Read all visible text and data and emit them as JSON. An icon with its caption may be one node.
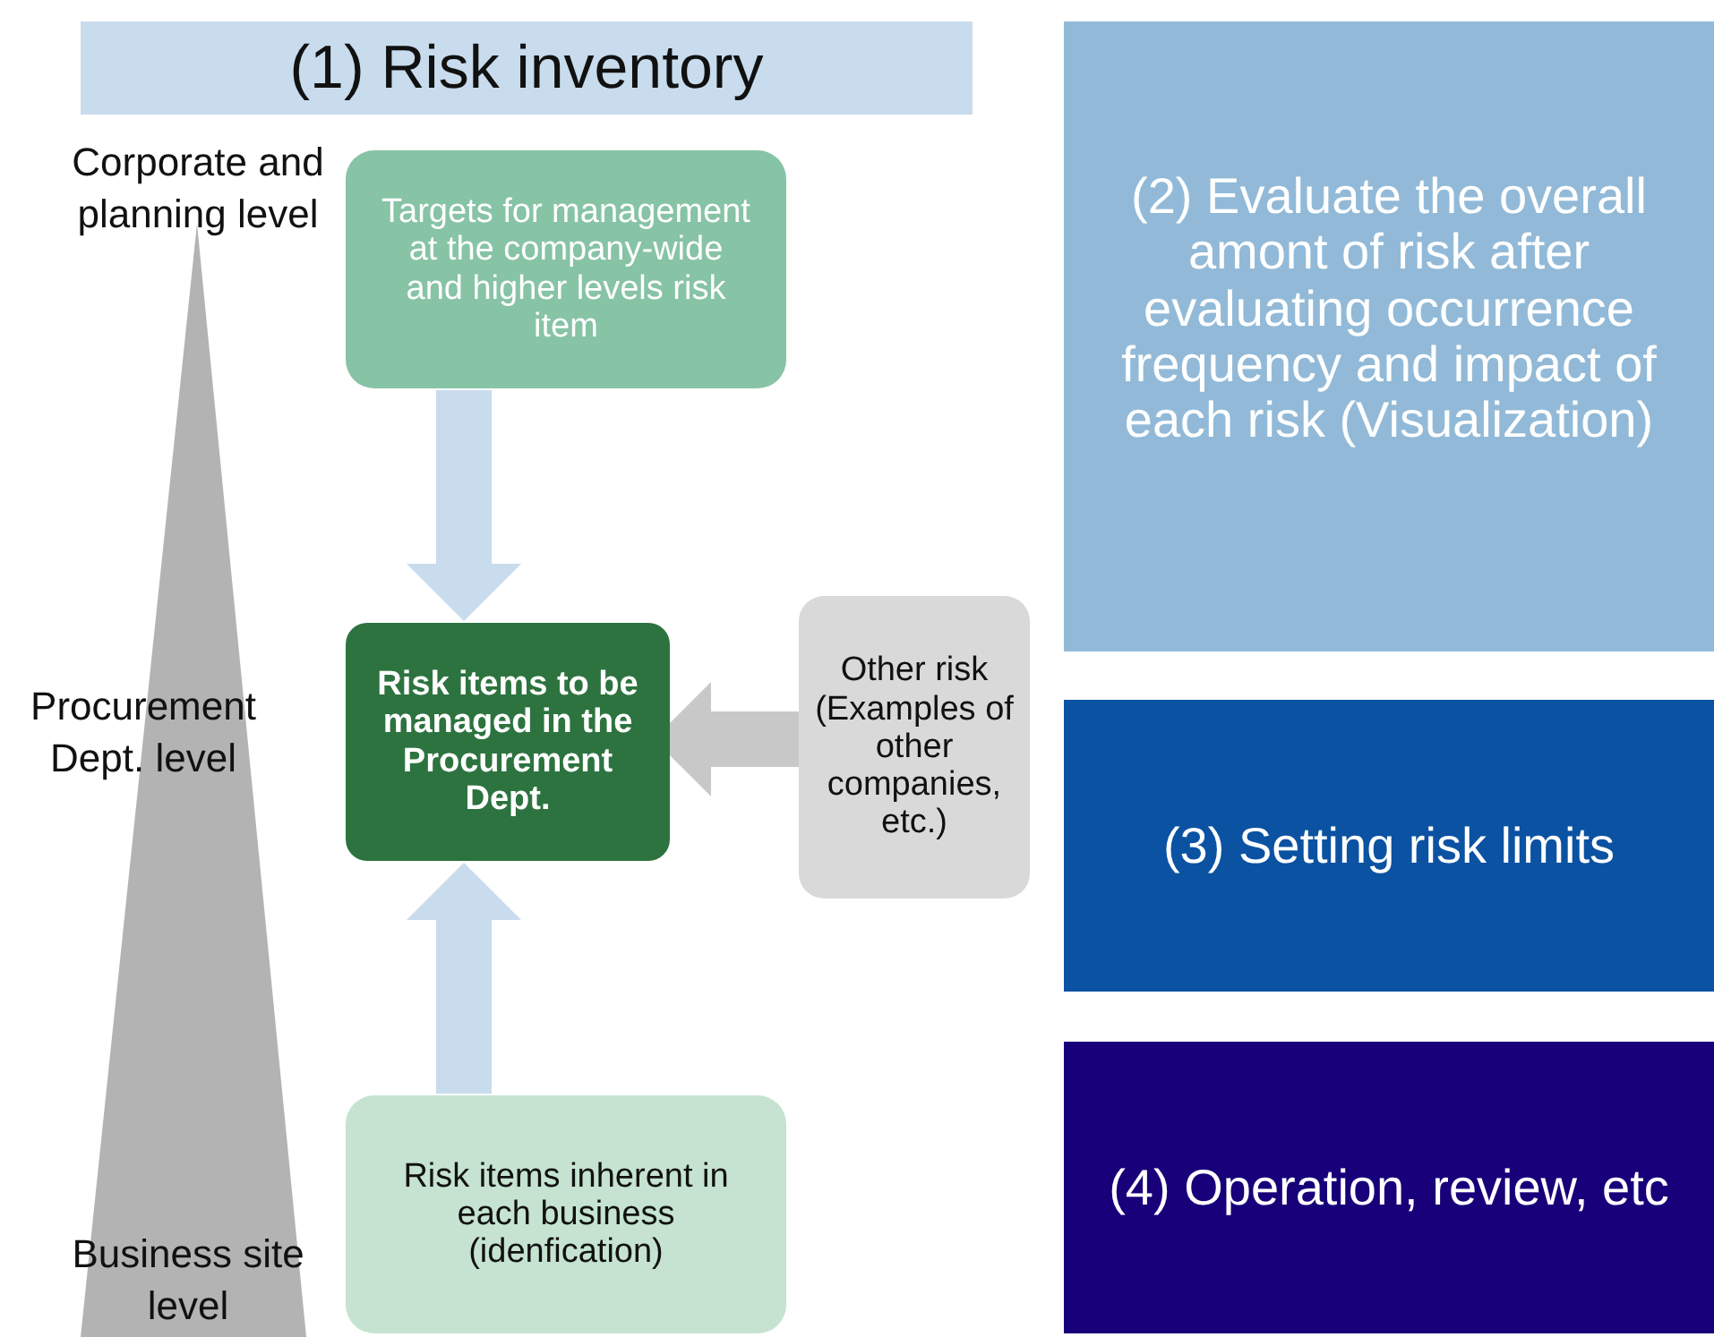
{
  "diagram": {
    "nodes": [
      {
        "text": [
          "(1) Risk inventory"
        ]
      },
      {
        "text": [
          "Targets for management at the company-wide and higher levels risk item"
        ]
      },
      {
        "text": [
          "Risk items to be managed in the Procurement Dept."
        ]
      },
      {
        "text": [
          "Other risk (Examples of other companies, etc.)"
        ]
      },
      {
        "text": [
          "Risk items inherent in each business (idenfication)"
        ]
      },
      {
        "text": [
          "(2) Evaluate the overall amont of risk after evaluating occurrence frequency and impact of each risk (Visualization)"
        ]
      },
      {
        "text": [
          "(3) Setting risk limits"
        ]
      },
      {
        "text": [
          "(4) Operation, review, etc"
        ]
      }
    ],
    "edges": [
      {
        "from": 1,
        "to": 2,
        "arrow": "to"
      },
      {
        "from": 4,
        "to": 2,
        "arrow": "to"
      },
      {
        "from": 3,
        "to": 2,
        "arrow": "to",
        "color": "#c8c8c8"
      }
    ],
    "labels": [
      "Corporate and planning level",
      "Procurement Dept. level",
      "Business site level"
    ]
  }
}
